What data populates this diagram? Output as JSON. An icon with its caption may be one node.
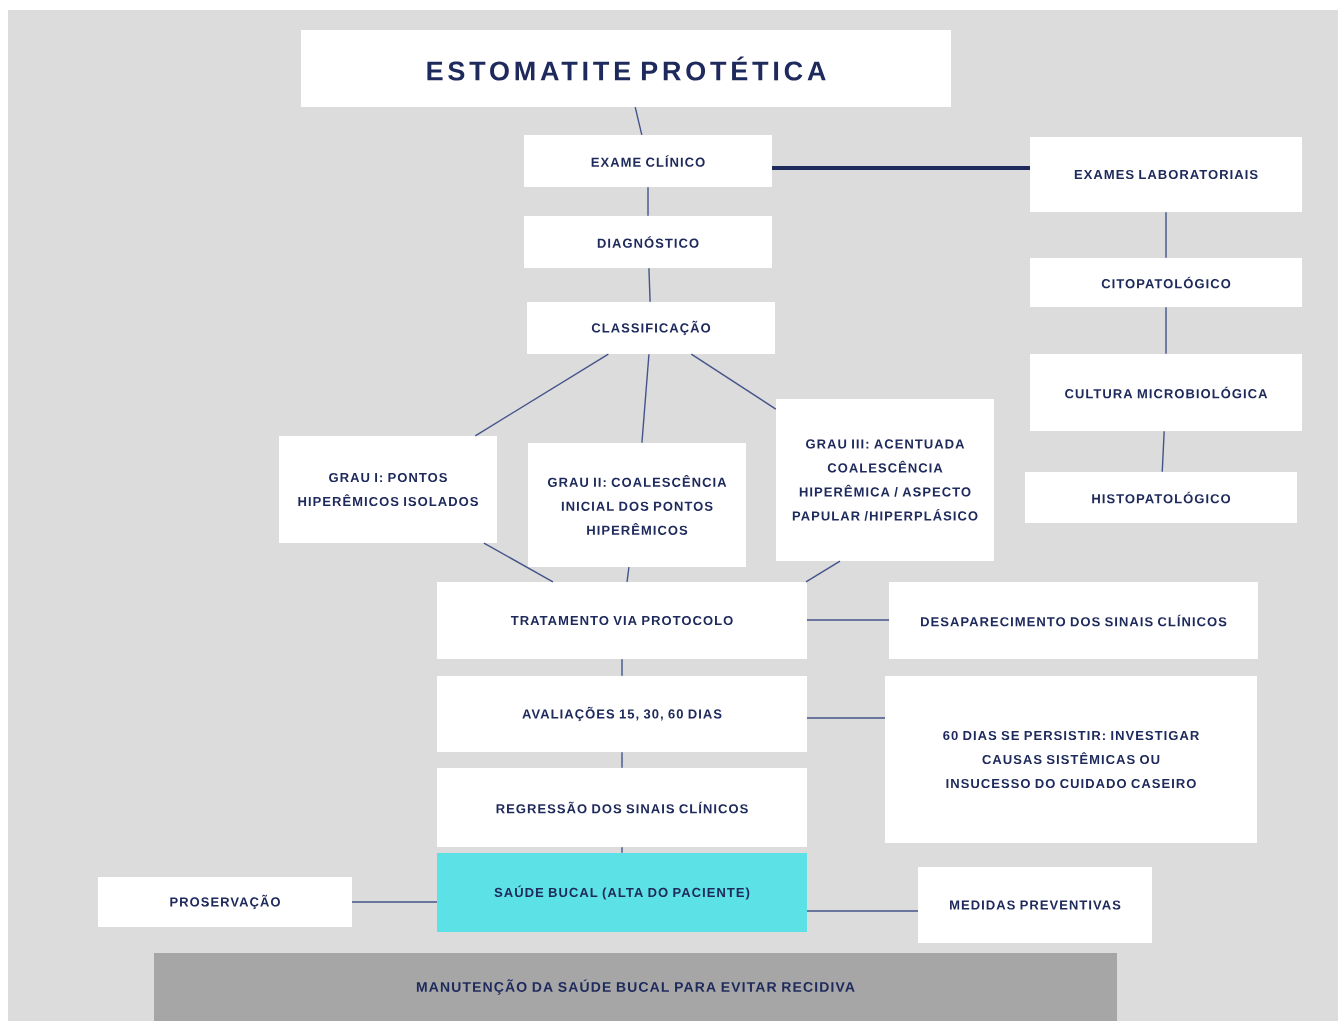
{
  "diagram": {
    "nodes": [
      {
        "text": [
          "ESTOMATITE PROTÉTICA"
        ]
      },
      {
        "text": [
          "EXAME CLÍNICO"
        ]
      },
      {
        "text": [
          "EXAMES LABORATORIAIS"
        ]
      },
      {
        "text": [
          "DIAGNÓSTICO"
        ]
      },
      {
        "text": [
          "CITOPATOLÓGICO"
        ]
      },
      {
        "text": [
          "CLASSIFICAÇÃO"
        ]
      },
      {
        "text": [
          "CULTURA MICROBIOLÓGICA"
        ]
      },
      {
        "text": [
          "GRAU III: ACENTUADA COALESCÊNCIA HIPERÊMICA / ASPECTO PAPULAR /HIPERPLÁSICO"
        ]
      },
      {
        "text": [
          "GRAU I: PONTOS HIPERÊMICOS ISOLADOS"
        ]
      },
      {
        "text": [
          "GRAU II: COALESCÊNCIA INICIAL DOS PONTOS HIPERÊMICOS"
        ]
      },
      {
        "text": [
          "HISTOPATOLÓGICO"
        ]
      },
      {
        "text": [
          "TRATAMENTO VIA PROTOCOLO"
        ]
      },
      {
        "text": [
          "DESAPARECIMENTO DOS SINAIS CLÍNICOS"
        ]
      },
      {
        "text": [
          "AVALIAÇÕES 15, 30, 60 DIAS"
        ]
      },
      {
        "text": [
          "60 DIAS SE PERSISTIR: INVESTIGAR CAUSAS SISTÊMICAS OU INSUCESSO DO CUIDADO CASEIRO"
        ]
      },
      {
        "text": [
          "REGRESSÃO DOS SINAIS CLÍNICOS"
        ]
      },
      {
        "text": [
          "SAÚDE BUCAL (ALTA DO PACIENTE)"
        ]
      },
      {
        "text": [
          "PROSERVAÇÃO"
        ]
      },
      {
        "text": [
          "MEDIDAS PREVENTIVAS"
        ]
      },
      {
        "text": [
          "MANUTENÇÃO DA SAÚDE BUCAL PARA EVITAR RECIDIVA"
        ]
      }
    ],
    "edges": [
      {
        "from": 0,
        "to": 1,
        "arrow": "none"
      },
      {
        "from": 1,
        "to": 3,
        "arrow": "none"
      },
      {
        "from": 1,
        "to": 2,
        "arrow": "none",
        "style": "thick"
      },
      {
        "from": 3,
        "to": 5,
        "arrow": "none"
      },
      {
        "from": 2,
        "to": 4,
        "arrow": "none"
      },
      {
        "from": 4,
        "to": 6,
        "arrow": "none"
      },
      {
        "from": 6,
        "to": 10,
        "arrow": "none"
      },
      {
        "from": 5,
        "to": 8,
        "arrow": "none"
      },
      {
        "from": 5,
        "to": 9,
        "arrow": "none"
      },
      {
        "from": 5,
        "to": 7,
        "arrow": "none"
      },
      {
        "from": 8,
        "to": 11,
        "arrow": "none"
      },
      {
        "from": 9,
        "to": 11,
        "arrow": "none"
      },
      {
        "from": 7,
        "to": 11,
        "arrow": "none"
      },
      {
        "from": 11,
        "to": 12,
        "arrow": "none"
      },
      {
        "from": 11,
        "to": 13,
        "arrow": "none"
      },
      {
        "from": 13,
        "to": 14,
        "arrow": "none"
      },
      {
        "from": 13,
        "to": 15,
        "arrow": "none"
      },
      {
        "from": 15,
        "to": 16,
        "arrow": "none"
      },
      {
        "from": 16,
        "to": 17,
        "arrow": "none"
      },
      {
        "from": 16,
        "to": 18,
        "arrow": "none"
      }
    ]
  }
}
